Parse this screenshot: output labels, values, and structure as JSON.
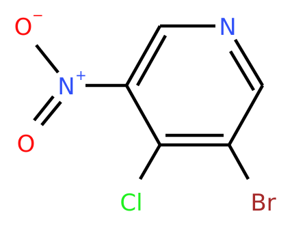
{
  "molecule": {
    "atoms": [
      {
        "id": "N1",
        "symbol": "N",
        "label": "N",
        "color": "#3050f8"
      },
      {
        "id": "N2",
        "symbol": "N",
        "label": "N",
        "charge": "+",
        "color": "#3050f8"
      },
      {
        "id": "O1",
        "symbol": "O",
        "label": "O",
        "charge": "−",
        "color": "#ff0d0d"
      },
      {
        "id": "O2",
        "symbol": "O",
        "label": "O",
        "color": "#ff0d0d"
      },
      {
        "id": "Cl",
        "symbol": "Cl",
        "label": "Cl",
        "color": "#1ff01f"
      },
      {
        "id": "Br",
        "symbol": "Br",
        "label": "Br",
        "color": "#a62929"
      }
    ],
    "bonds": [
      {
        "from": "C2",
        "to": "N1",
        "order": 1
      },
      {
        "from": "N1",
        "to": "C6",
        "order": 2
      },
      {
        "from": "C6",
        "to": "C5",
        "order": 1
      },
      {
        "from": "C5",
        "to": "C4",
        "order": 2
      },
      {
        "from": "C4",
        "to": "C3",
        "order": 1
      },
      {
        "from": "C3",
        "to": "C2",
        "order": 2
      },
      {
        "from": "C3",
        "to": "N2",
        "order": 1
      },
      {
        "from": "N2",
        "to": "O1",
        "order": 1
      },
      {
        "from": "N2",
        "to": "O2",
        "order": 2
      },
      {
        "from": "C4",
        "to": "Cl",
        "order": 1
      },
      {
        "from": "C5",
        "to": "Br",
        "order": 1
      }
    ]
  }
}
